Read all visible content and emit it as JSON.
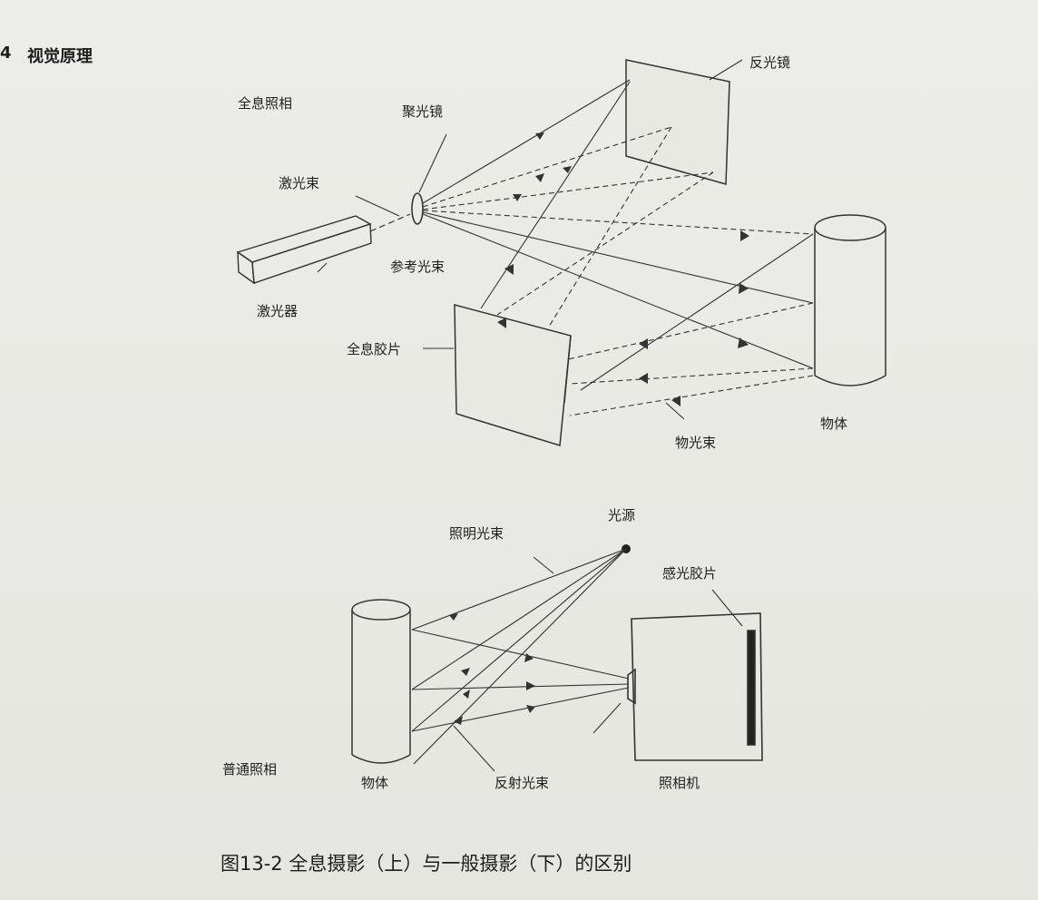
{
  "header": {
    "page_number": "4",
    "chapter_title": "视觉原理"
  },
  "top_diagram": {
    "title": "全息照相",
    "labels": {
      "focusing_lens": "聚光镜",
      "mirror": "反光镜",
      "laser_beam": "激光束",
      "laser": "激光器",
      "reference_beam": "参考光束",
      "hologram_film": "全息胶片",
      "object_beam": "物光束",
      "object": "物体"
    }
  },
  "bottom_diagram": {
    "title": "普通照相",
    "labels": {
      "light_source": "光源",
      "illumination_beam": "照明光束",
      "photo_film": "感光胶片",
      "object": "物体",
      "reflected_beam": "反射光束",
      "camera": "照相机"
    }
  },
  "caption": "图13-2  全息摄影（上）与一般摄影（下）的区别"
}
